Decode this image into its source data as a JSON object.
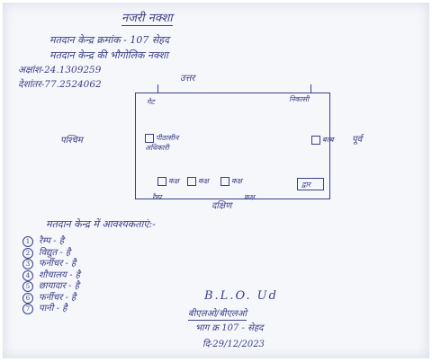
{
  "header": {
    "title": "नजरी नक्शा",
    "booth_line": "मतदान केन्द्र क्रमांक - 107 सेहद",
    "subtitle": "मतदान केन्द्र की भौगोलिक नक्शा"
  },
  "coordinates": {
    "latitude": "अक्षांश-24.1309259",
    "longitude": "देशांतर-77.2524062"
  },
  "directions": {
    "north": "उत्तर",
    "west": "पश्चिम",
    "east": "पूर्व",
    "south": "दक्षिण"
  },
  "map_labels": {
    "gate": "गेट",
    "exit": "निकासी",
    "polling_officer": "पीठासीन अधिकारी",
    "bulb": "बल्ब",
    "room_1": "कक्ष",
    "room_2": "कक्ष",
    "room_3": "कक्ष",
    "room_4": "कक्ष",
    "ramp": "रैम्प",
    "door": "द्वार"
  },
  "amenities": {
    "heading": "मतदान केन्द्र में आवश्यकताएं:-",
    "items": [
      {
        "num": "1",
        "text": "रैम्प - है"
      },
      {
        "num": "2",
        "text": "विद्युत - है"
      },
      {
        "num": "3",
        "text": "फर्नीचर - है"
      },
      {
        "num": "4",
        "text": "शौचालय - है"
      },
      {
        "num": "5",
        "text": "छायादार - है"
      },
      {
        "num": "6",
        "text": "फर्नीचर - है"
      },
      {
        "num": "7",
        "text": "पानी - है"
      }
    ]
  },
  "signature": {
    "blo": "B.L.O. Ud",
    "line1": "बीएलओ/बीएलओ",
    "line2": "भाग क्र 107 - सेहद",
    "date": "दि-29/12/2023"
  }
}
